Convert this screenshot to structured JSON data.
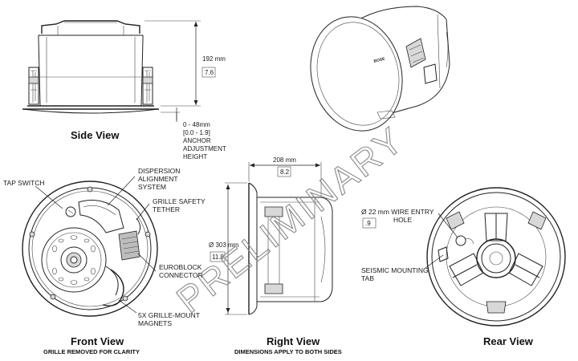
{
  "views": {
    "side": {
      "title": "Side View"
    },
    "front": {
      "title": "Front View",
      "subtitle": "GRILLE REMOVED FOR CLARITY"
    },
    "right": {
      "title": "Right View",
      "subtitle": "DIMENSIONS APPLY TO BOTH SIDES"
    },
    "rear": {
      "title": "Rear View"
    }
  },
  "dimensions": {
    "height_mm": "192 mm",
    "height_in": "7.6",
    "anchor_mm": "0 - 48mm",
    "anchor_in": "[0.0 - 1.9]",
    "anchor_label_1": "ANCHOR",
    "anchor_label_2": "ADJUSTMENT",
    "anchor_label_3": "HEIGHT",
    "depth_mm": "208 mm",
    "depth_in": "8.2",
    "diameter_mm": "Ø 303 mm",
    "diameter_in": "11.9",
    "wire_entry_mm": "Ø 22 mm WIRE ENTRY",
    "wire_entry_label_2": "HOLE",
    "wire_entry_in": ".9"
  },
  "callouts": {
    "tap_switch": "TAP SWITCH",
    "dispersion_1": "DISPERSION",
    "dispersion_2": "ALIGNMENT",
    "dispersion_3": "SYSTEM",
    "grille_tether_1": "GRILLE SAFETY",
    "grille_tether_2": "TETHER",
    "euroblock_1": "EUROBLOCK",
    "euroblock_2": "CONNECTOR",
    "magnets_1": "5X GRILLE-MOUNT",
    "magnets_2": "MAGNETS",
    "seismic_1": "SEISMIC MOUNTING",
    "seismic_2": "TAB"
  },
  "watermark": "PRELIMINARY",
  "brand_mark": "BOSE"
}
